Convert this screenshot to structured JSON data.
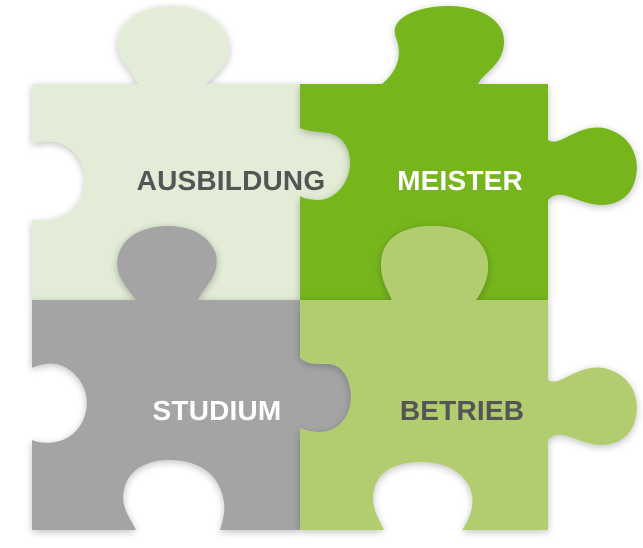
{
  "pieces": [
    {
      "label": "AUSBILDUNG",
      "fill": "#e2ecd6",
      "text_color": "#555555"
    },
    {
      "label": "MEISTER",
      "fill": "#76b51f",
      "text_color": "#ffffff"
    },
    {
      "label": "STUDIUM",
      "fill": "#a4a4a4",
      "text_color": "#ffffff"
    },
    {
      "label": "BETRIEB",
      "fill": "#b2cc70",
      "text_color": "#555555"
    }
  ]
}
